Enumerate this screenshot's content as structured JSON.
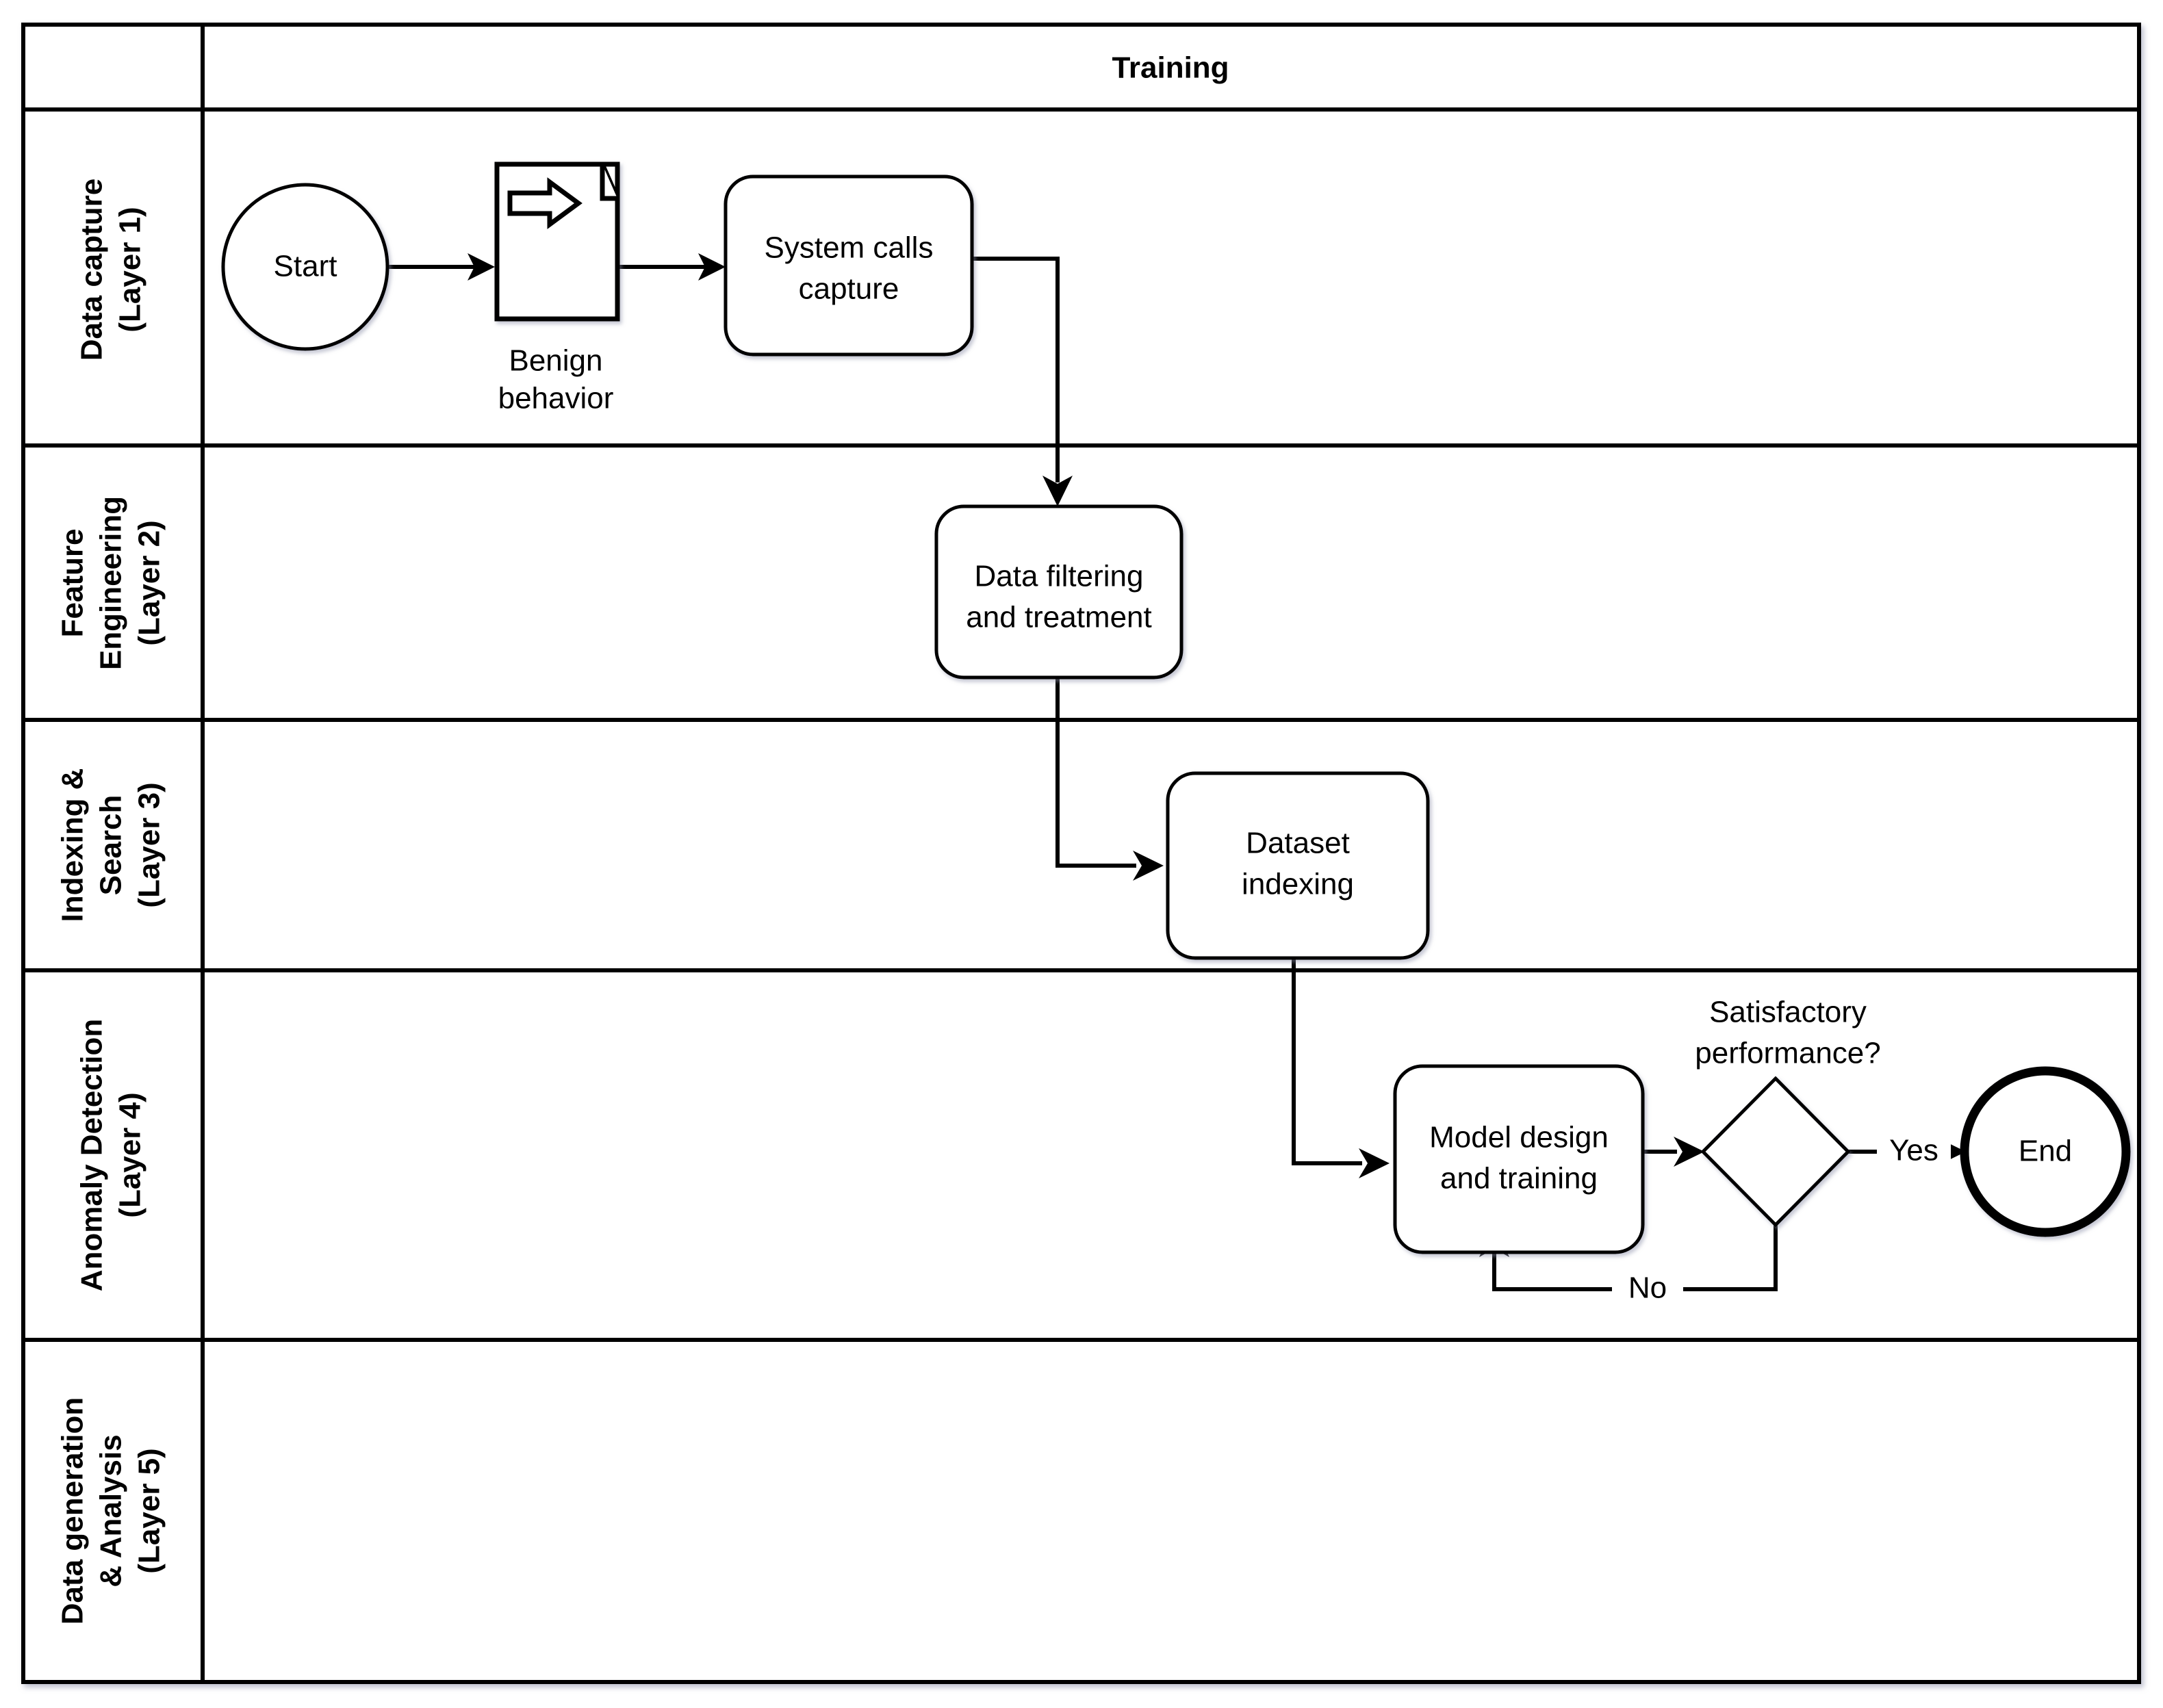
{
  "diagram": {
    "type": "bpmn-swimlane-flowchart",
    "pool_title": "Training",
    "lanes": [
      {
        "id": "lane1",
        "label_line1": "Data capture",
        "label_line2": "(Layer 1)"
      },
      {
        "id": "lane2",
        "label_line1": "Feature",
        "label_line2": "Engineering",
        "label_line3": "(Layer 2)"
      },
      {
        "id": "lane3",
        "label_line1": "Indexing &",
        "label_line2": "Search",
        "label_line3": "(Layer 3)"
      },
      {
        "id": "lane4",
        "label_line1": "Anomaly Detection",
        "label_line2": "(Layer 4)"
      },
      {
        "id": "lane5",
        "label_line1": "Data generation",
        "label_line2": "& Analysis",
        "label_line3": "(Layer 5)"
      }
    ],
    "nodes": [
      {
        "id": "start",
        "shape": "start-event-circle",
        "label": "Start",
        "lane": "lane1"
      },
      {
        "id": "benign",
        "shape": "document-icon",
        "label_line1": "Benign",
        "label_line2": "behavior",
        "lane": "lane1",
        "icon": "document-arrow-icon"
      },
      {
        "id": "syscalls",
        "shape": "rounded-task",
        "label_line1": "System calls",
        "label_line2": "capture",
        "lane": "lane1"
      },
      {
        "id": "filtering",
        "shape": "rounded-task",
        "label_line1": "Data filtering",
        "label_line2": "and treatment",
        "lane": "lane2"
      },
      {
        "id": "indexing",
        "shape": "rounded-task",
        "label_line1": "Dataset",
        "label_line2": "indexing",
        "lane": "lane3"
      },
      {
        "id": "training",
        "shape": "rounded-task",
        "label_line1": "Model design",
        "label_line2": "and training",
        "lane": "lane4"
      },
      {
        "id": "decision",
        "shape": "diamond-gateway",
        "label_line1": "Satisfactory",
        "label_line2": "performance?",
        "lane": "lane4"
      },
      {
        "id": "end",
        "shape": "end-event-circle",
        "label": "End",
        "lane": "lane4"
      }
    ],
    "edges": [
      {
        "from": "start",
        "to": "benign",
        "label": ""
      },
      {
        "from": "benign",
        "to": "syscalls",
        "label": ""
      },
      {
        "from": "syscalls",
        "to": "filtering",
        "label": ""
      },
      {
        "from": "filtering",
        "to": "indexing",
        "label": ""
      },
      {
        "from": "indexing",
        "to": "training",
        "label": ""
      },
      {
        "from": "training",
        "to": "decision",
        "label": ""
      },
      {
        "from": "decision",
        "to": "end",
        "label": "Yes"
      },
      {
        "from": "decision",
        "to": "training",
        "label": "No"
      }
    ],
    "edge_labels": {
      "yes": "Yes",
      "no": "No"
    },
    "colors": {
      "stroke": "#000000",
      "fill": "#ffffff",
      "text": "#000000"
    }
  }
}
